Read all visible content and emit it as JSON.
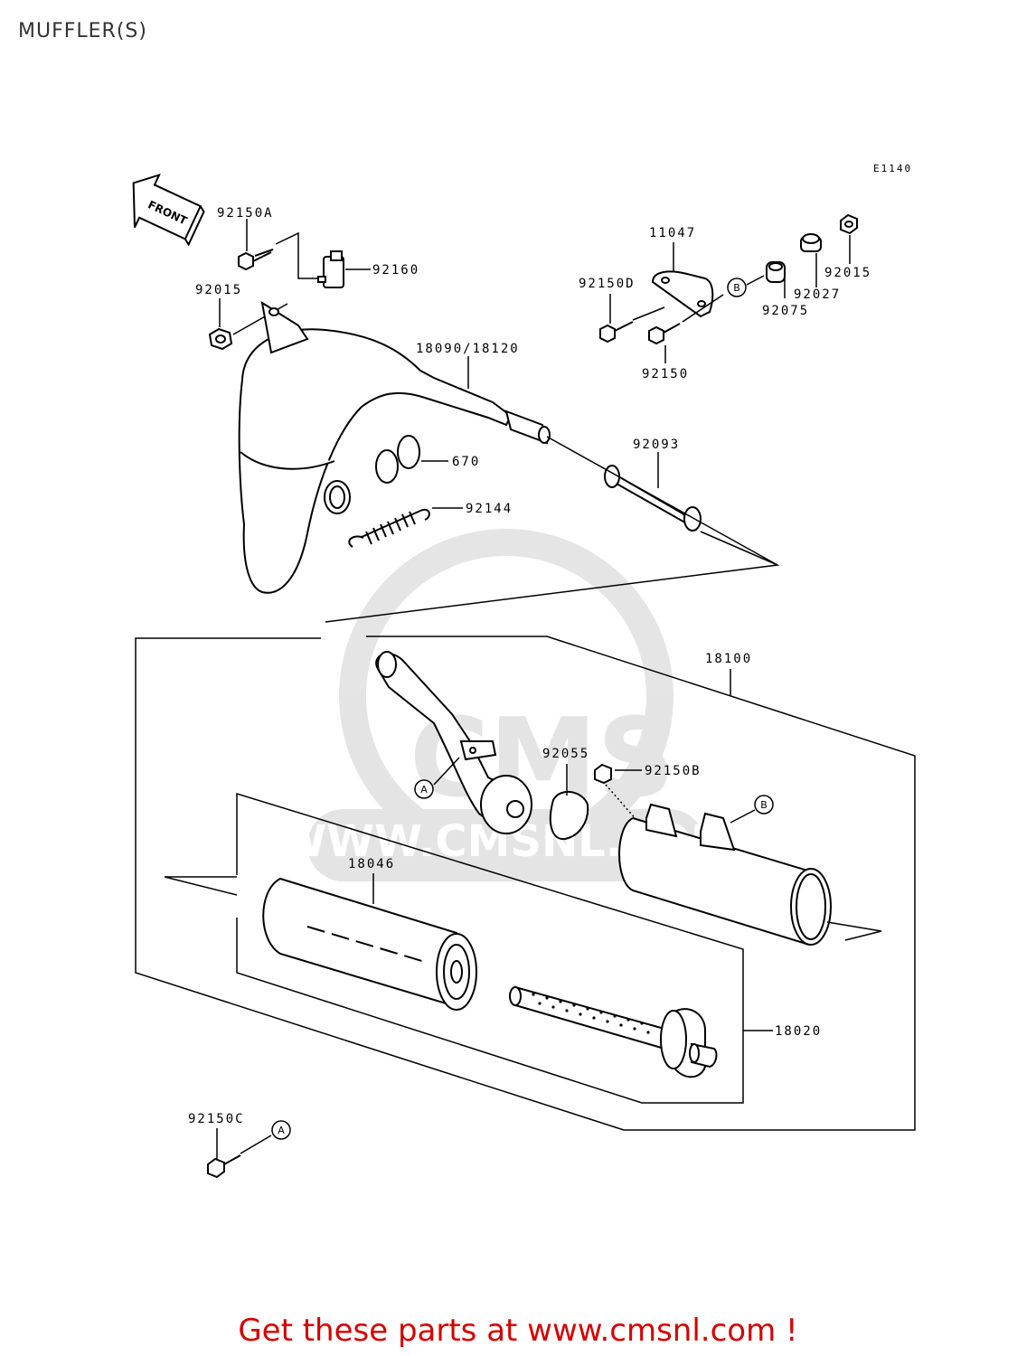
{
  "page": {
    "title": "MUFFLER(S)"
  },
  "diagram": {
    "ref_code": "E1140",
    "front_label": "FRONT",
    "parts": [
      {
        "id": "92150A",
        "label": "92150A"
      },
      {
        "id": "92160",
        "label": "92160"
      },
      {
        "id": "92015-left",
        "label": "92015"
      },
      {
        "id": "11047",
        "label": "11047"
      },
      {
        "id": "92150D",
        "label": "92150D"
      },
      {
        "id": "92015-right",
        "label": "92015"
      },
      {
        "id": "92027",
        "label": "92027"
      },
      {
        "id": "92075",
        "label": "92075"
      },
      {
        "id": "92150",
        "label": "92150"
      },
      {
        "id": "18090-18120",
        "label": "18090/18120"
      },
      {
        "id": "670",
        "label": "670"
      },
      {
        "id": "92093",
        "label": "92093"
      },
      {
        "id": "92144",
        "label": "92144"
      },
      {
        "id": "18100",
        "label": "18100"
      },
      {
        "id": "92055",
        "label": "92055"
      },
      {
        "id": "92150B",
        "label": "92150B"
      },
      {
        "id": "18046",
        "label": "18046"
      },
      {
        "id": "18020",
        "label": "18020"
      },
      {
        "id": "92150C",
        "label": "92150C"
      }
    ],
    "callouts": {
      "a": "A",
      "b": "B"
    }
  },
  "watermark": {
    "text": "WWW.CMSNL.COM",
    "logo_text": "CMS"
  },
  "promo": {
    "text": "Get these parts at www.cmsnl.com !",
    "color": "#d40000"
  },
  "colors": {
    "ink": "#000000",
    "title": "#333333",
    "promo": "#d40000"
  }
}
